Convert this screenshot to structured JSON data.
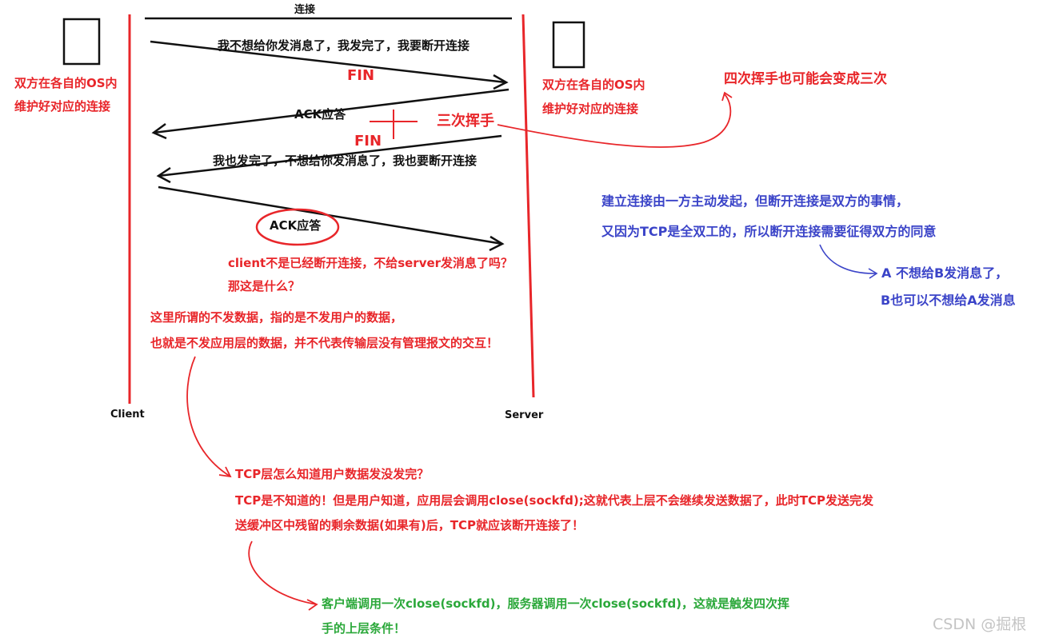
{
  "diagram": {
    "top_label": "连接",
    "client_label": "Client",
    "server_label": "Server",
    "client_note_line1": "双方在各自的OS内",
    "client_note_line2": "维护好对应的连接",
    "server_note_line1": "双方在各自的OS内",
    "server_note_line2": "维护好对应的连接",
    "msg1": "我不想给你发消息了，我发完了，我要断开连接",
    "fin1": "FIN",
    "ack1": "ACK应答",
    "three_handshake": "三次挥手",
    "fin2": "FIN",
    "msg2": "我也发完了，不想给你发消息了，我也要断开连接",
    "ack2": "ACK应答",
    "four_to_three": "四次挥手也可能会变成三次",
    "question_line1": "client不是已经断开连接，不给server发消息了吗？",
    "question_line2": "那这是什么？",
    "answer_line1": "这里所谓的不发数据，指的是不发用户的数据，",
    "answer_line2": "也就是不发应用层的数据，并不代表传输层没有管理报文的交互！",
    "blue_line1": "建立连接由一方主动发起，但断开连接是双方的事情，",
    "blue_line2": "又因为TCP是全双工的，所以断开连接需要征得双方的同意",
    "blue_line3": "A 不想给B发消息了，",
    "blue_line4": "B也可以不想给A发消息",
    "tcp_line1": "TCP层怎么知道用户数据发没发完？",
    "tcp_line2": "TCP是不知道的！但是用户知道，应用层会调用close(sockfd);这就代表上层不会继续发送数据了，此时TCP发送完发",
    "tcp_line3": "送缓冲区中残留的剩余数据(如果有)后，TCP就应该断开连接了！",
    "green_line1": "客户端调用一次close(sockfd)，服务器调用一次close(sockfd)，这就是触发四次挥",
    "green_line2": "手的上层条件！",
    "watermark": "CSDN @掘根"
  },
  "colors": {
    "red": "#e8262a",
    "black": "#111111",
    "blue": "#3b44c8",
    "green": "#2ba83a"
  }
}
